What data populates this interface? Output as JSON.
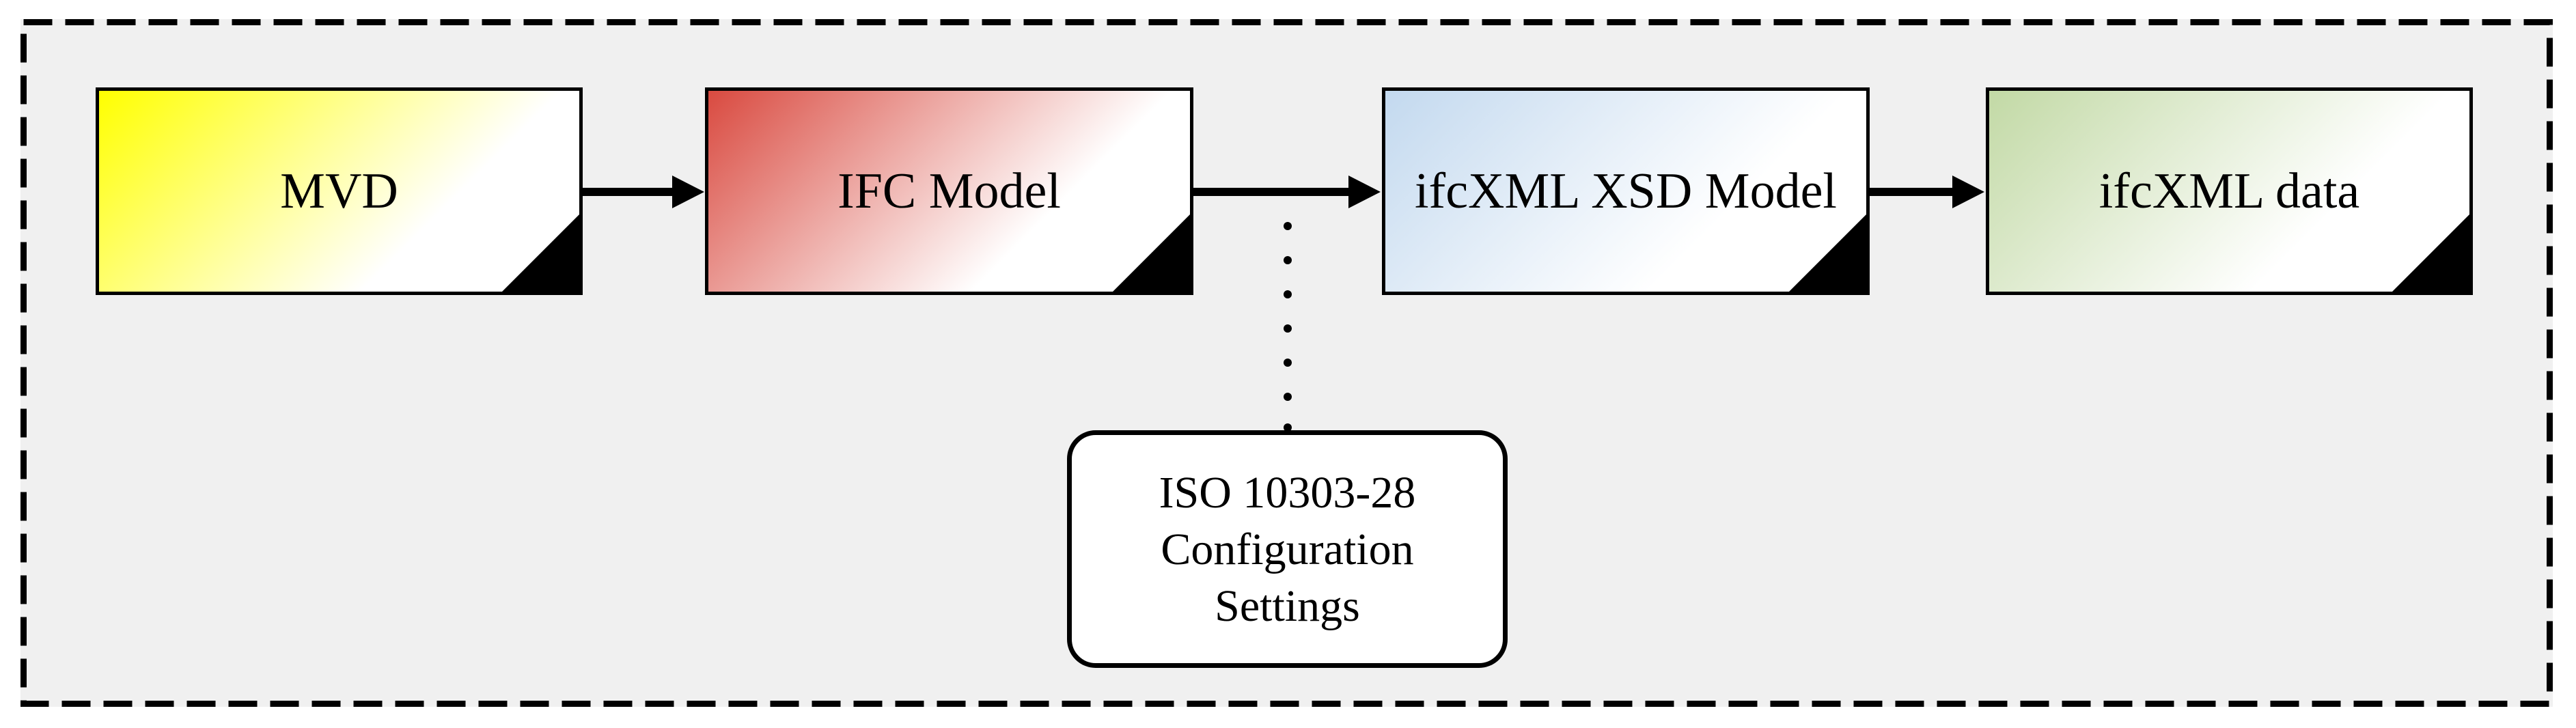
{
  "figure": {
    "background_color": "#f0f0f0",
    "border_color": "#000000",
    "text_color": "#000000"
  },
  "boxes": [
    {
      "label": "MVD",
      "gradient_color": "#ffff00"
    },
    {
      "label": "IFC Model",
      "gradient_color": "#d94a40"
    },
    {
      "label": "ifcXML XSD Model",
      "gradient_color": "#c3d9ef"
    },
    {
      "label": "ifcXML data",
      "gradient_color": "#c2d9a5"
    }
  ],
  "config_box": {
    "lines": [
      "ISO 10303-28",
      "Configuration",
      "Settings"
    ]
  }
}
